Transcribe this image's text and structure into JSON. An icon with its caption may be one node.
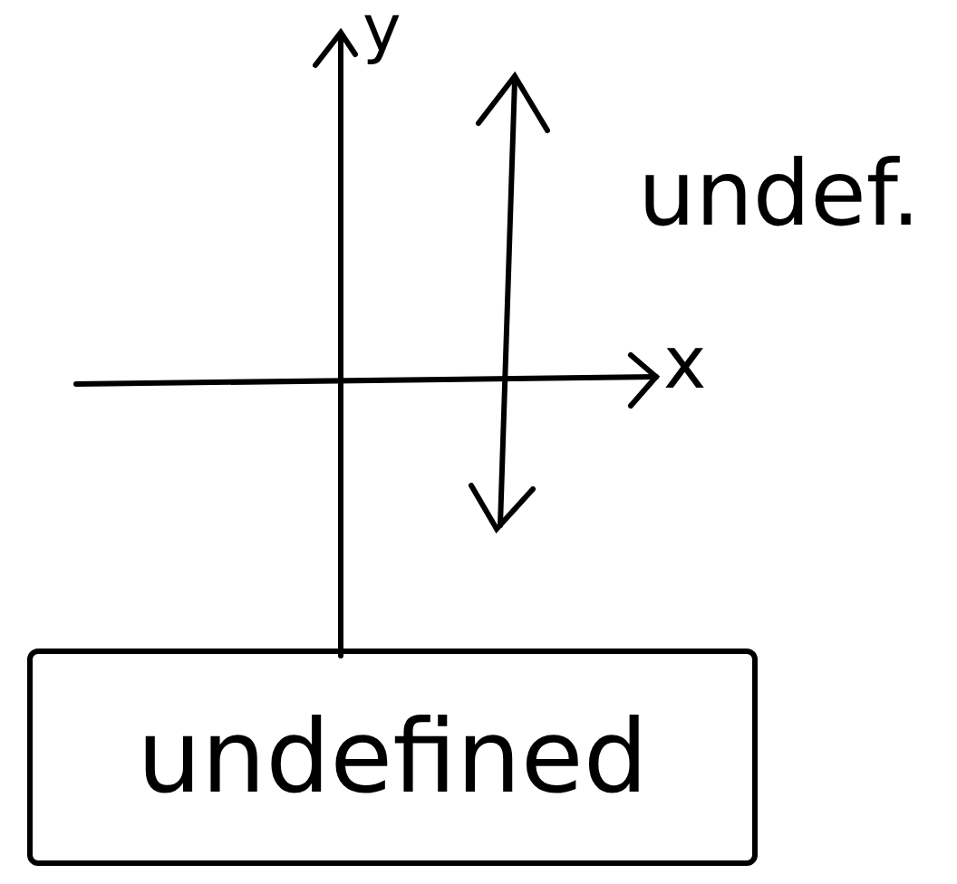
{
  "diagram": {
    "nodes": [
      {
        "text": [
          "undefined"
        ]
      }
    ],
    "labels": [
      "y",
      "undef.",
      "x"
    ]
  }
}
